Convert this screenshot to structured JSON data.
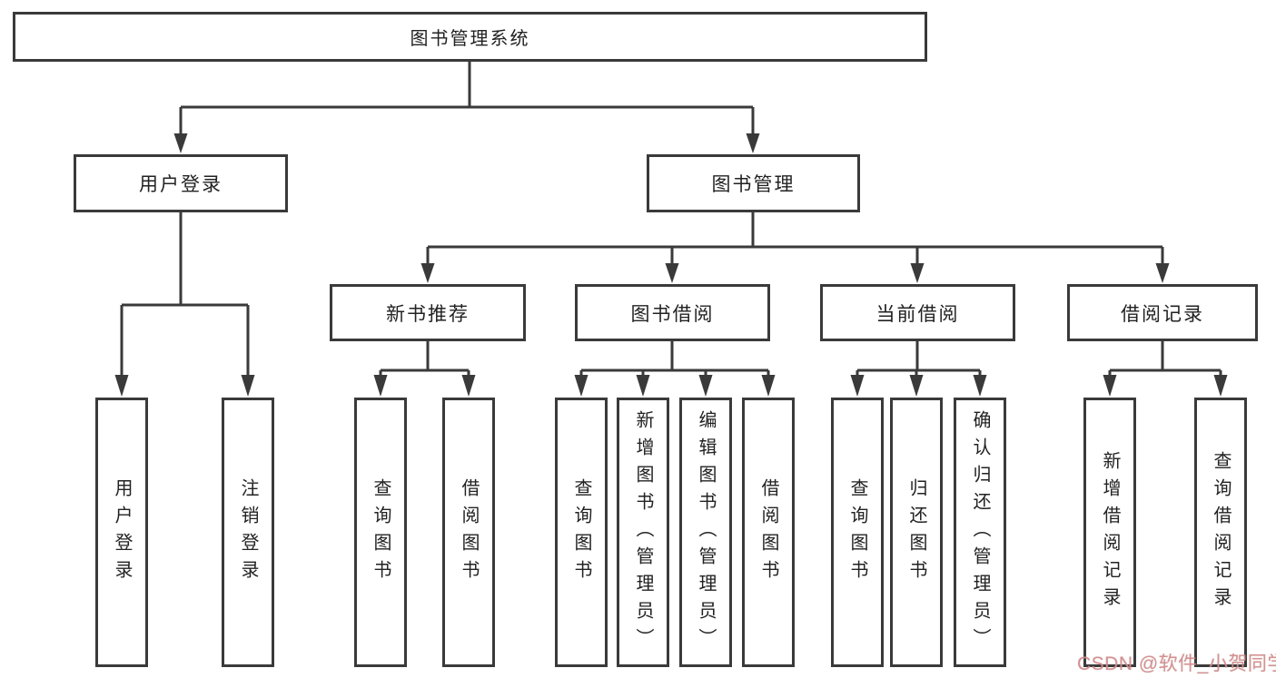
{
  "diagram": {
    "root": {
      "label": "图书管理系统"
    },
    "branches": [
      {
        "label": "用户登录",
        "children": [
          {
            "label": "用户登录"
          },
          {
            "label": "注销登录"
          }
        ]
      },
      {
        "label": "图书管理",
        "children": [
          {
            "label": "新书推荐",
            "children": [
              {
                "label": "查询图书"
              },
              {
                "label": "借阅图书"
              }
            ]
          },
          {
            "label": "图书借阅",
            "children": [
              {
                "label": "查询图书"
              },
              {
                "label": "新增图书（管理员）"
              },
              {
                "label": "编辑图书（管理员）"
              },
              {
                "label": "借阅图书"
              }
            ]
          },
          {
            "label": "当前借阅",
            "children": [
              {
                "label": "查询图书"
              },
              {
                "label": "归还图书"
              },
              {
                "label": "确认归还（管理员）"
              }
            ]
          },
          {
            "label": "借阅记录",
            "children": [
              {
                "label": "新增借阅记录"
              },
              {
                "label": "查询借阅记录"
              }
            ]
          }
        ]
      }
    ]
  },
  "watermark": {
    "text": "CSDN @软件_小贺同学",
    "color": "#d58a8a"
  },
  "colors": {
    "line": "#3a3a3a",
    "box_border": "#3a3a3a",
    "text": "#222222",
    "background": "#ffffff"
  }
}
